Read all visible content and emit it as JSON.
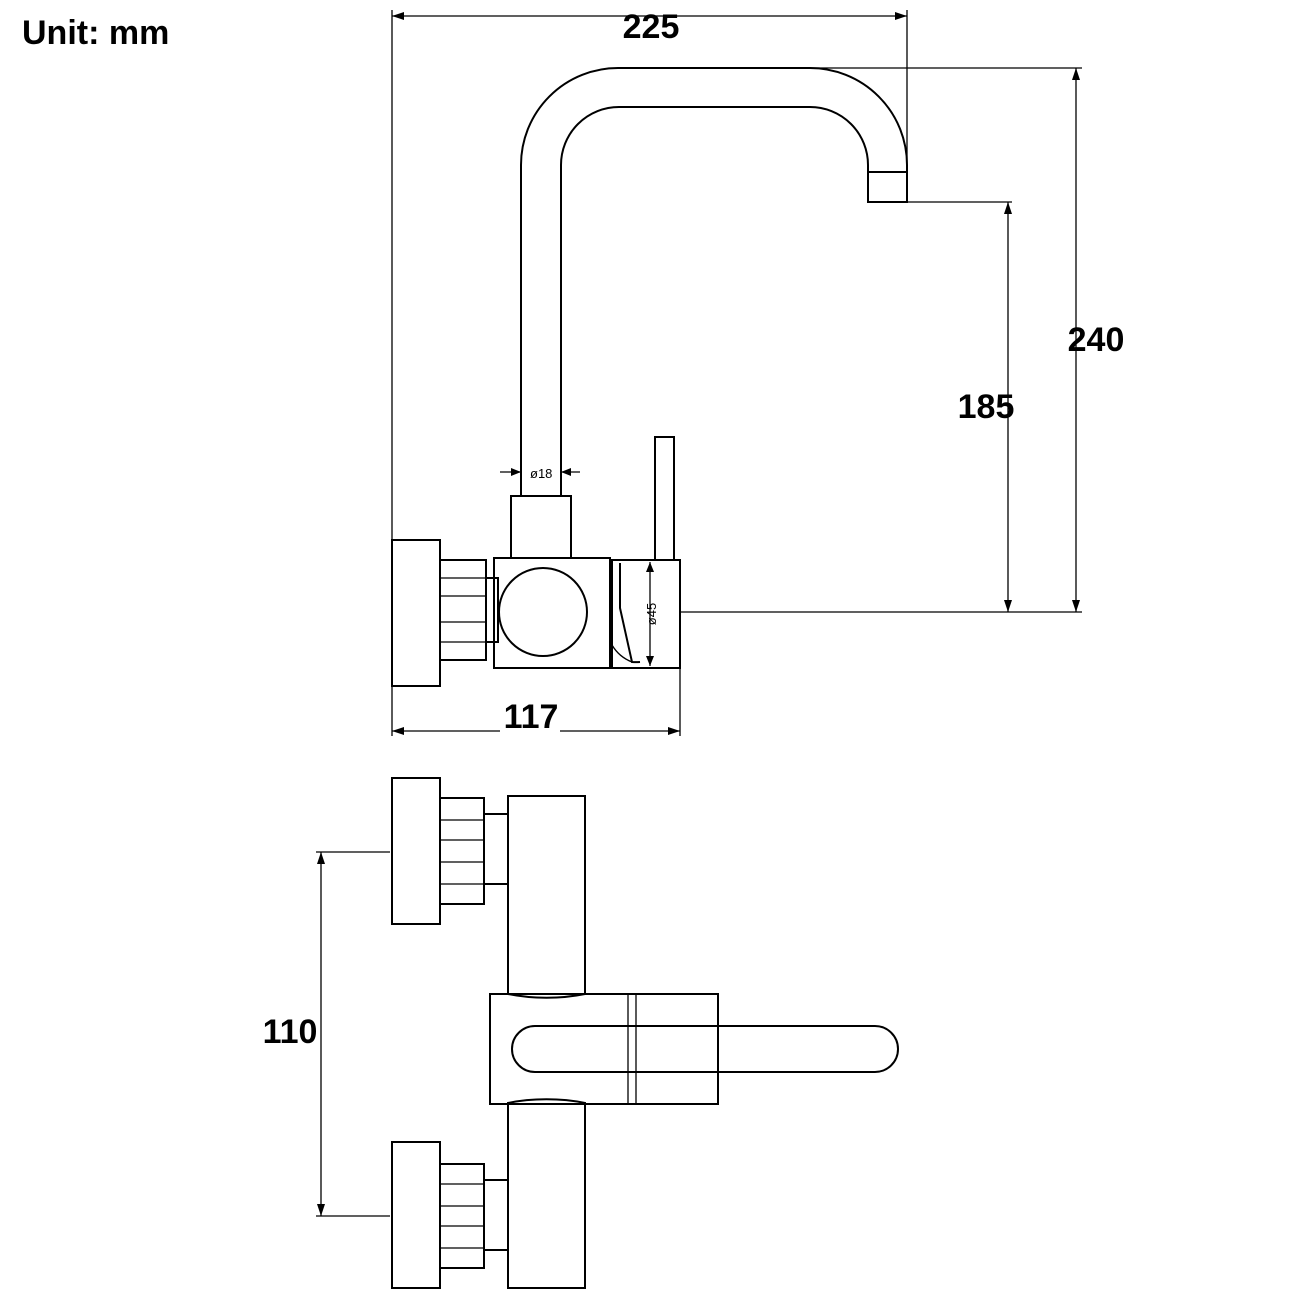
{
  "unit_label": "Unit: mm",
  "side_view": {
    "dim_width_top": "225",
    "dim_height_total": "240",
    "dim_height_spout": "185",
    "dim_width_bottom": "117",
    "pipe_diameter": "ø18",
    "body_diameter": "ø45"
  },
  "top_view": {
    "dim_inlet_spacing": "110"
  }
}
